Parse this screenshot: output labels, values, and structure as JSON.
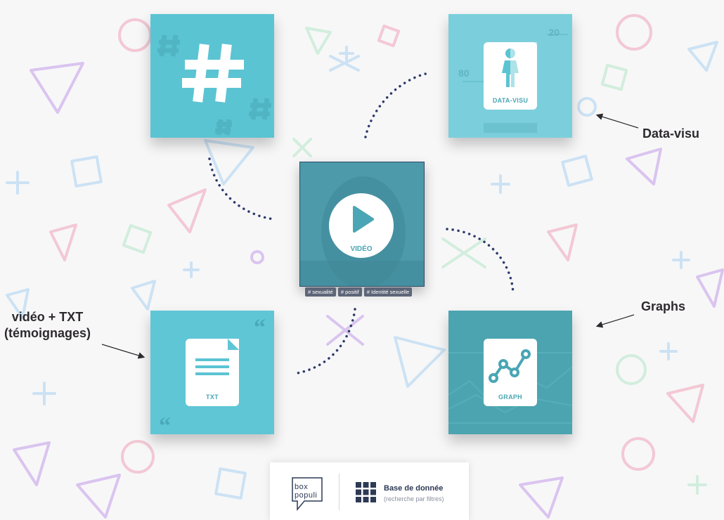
{
  "tiles": {
    "data_visu_label": "DATA-VISU",
    "video_label": "VIDÉO",
    "txt_label": "TXT",
    "graph_label": "GRAPH",
    "data_numbers": [
      "20",
      "80"
    ]
  },
  "tags": [
    "# sexualité",
    "# positif",
    "# Identité sexuelle"
  ],
  "annotations": {
    "data_visu": "Data-visu",
    "graphs": "Graphs",
    "video_txt_line1": "vidéo + TXT",
    "video_txt_line2": "(témoignages)"
  },
  "footer": {
    "logo_line1": "box",
    "logo_line2": "populi",
    "title": "Base de donnée",
    "subtitle": "(recherche par filtres)"
  },
  "colors": {
    "teal": "#5bc4d3",
    "dark_teal": "#4ca4b0",
    "navy_dots": "#2d3a6a"
  }
}
